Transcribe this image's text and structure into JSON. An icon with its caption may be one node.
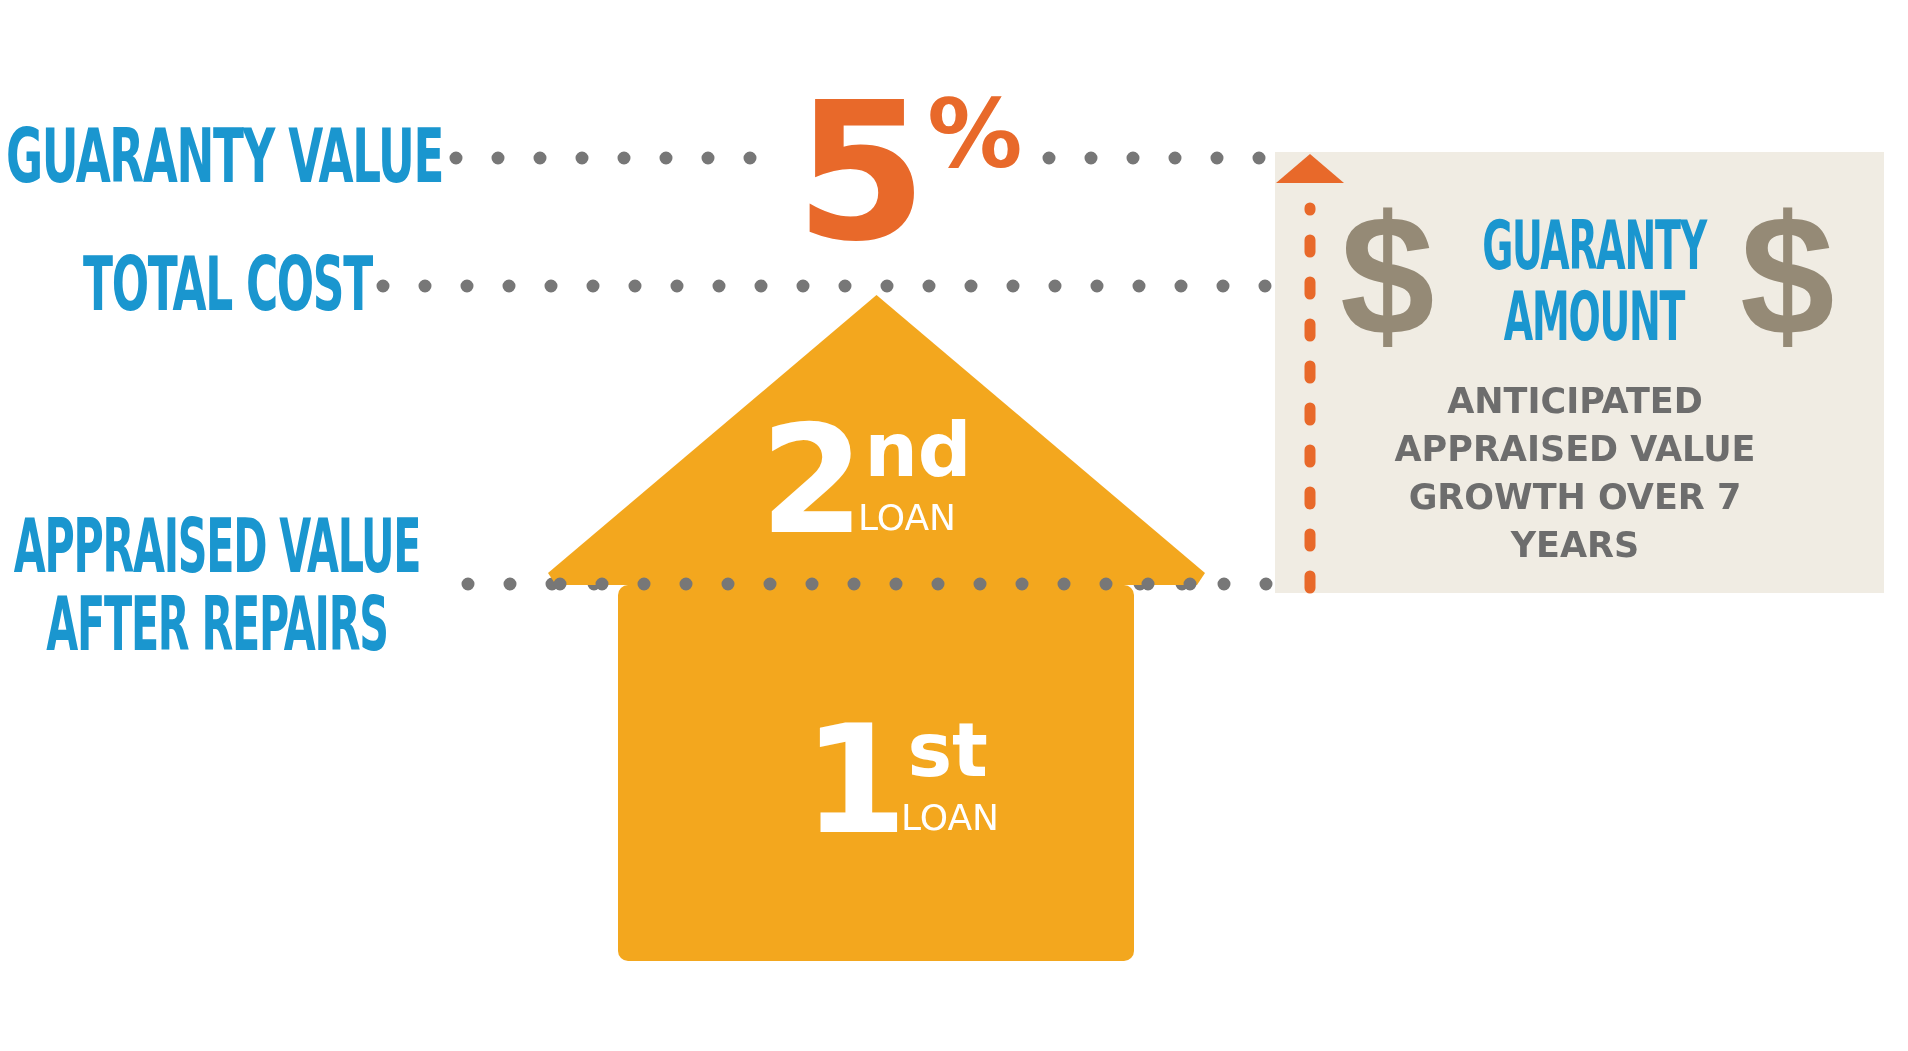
{
  "diagram": {
    "nodes": [
      {
        "text": [
          "2$^{nd}$",
          "LOAN"
        ]
      },
      {
        "text": [
          "1$^{st}$",
          "LOAN"
        ]
      },
      {
        "text": [
          "GUARANTY AMOUNT",
          "ANTICIPATED APPRAISED VALUE GROWTH OVER 7 YEARS"
        ]
      }
    ],
    "edges": [],
    "labels": [
      "GUARANTY VALUE",
      "5$^{%}$",
      "TOTAL COST",
      "$",
      "$",
      "APPRAISED VALUE AFTER REPAIRS"
    ]
  }
}
